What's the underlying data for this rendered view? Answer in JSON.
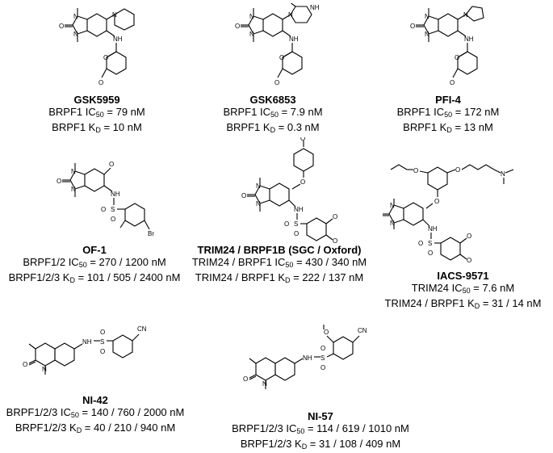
{
  "compounds": [
    {
      "name": "GSK5959",
      "lines": [
        {
          "pre": "BRPF1 IC",
          "sub": "50",
          "post": " = 79 nM"
        },
        {
          "pre": "BRPF1 K",
          "sub": "D",
          "post": " = 10 nM"
        }
      ]
    },
    {
      "name": "GSK6853",
      "lines": [
        {
          "pre": "BRPF1 IC",
          "sub": "50",
          "post": " = 7.9 nM"
        },
        {
          "pre": "BRPF1 K",
          "sub": "D",
          "post": " = 0.3 nM"
        }
      ]
    },
    {
      "name": "PFI-4",
      "lines": [
        {
          "pre": "BRPF1 IC",
          "sub": "50",
          "post": " = 172 nM"
        },
        {
          "pre": "BRPF1 K",
          "sub": "D",
          "post": " = 13 nM"
        }
      ]
    },
    {
      "name": "OF-1",
      "lines": [
        {
          "pre": "BRPF1/2 IC",
          "sub": "50",
          "post": " = 270 / 1200 nM"
        },
        {
          "pre": "BRPF1/2/3 K",
          "sub": "D",
          "post": " = 101 / 505 / 2400 nM"
        }
      ]
    },
    {
      "name": "TRIM24 / BRPF1B (SGC / Oxford)",
      "lines": [
        {
          "pre": "TRIM24 / BRPF1 IC",
          "sub": "50",
          "post": " = 430 / 340 nM"
        },
        {
          "pre": "TRIM24 / BRPF1 K",
          "sub": "D",
          "post": " = 222 / 137 nM"
        }
      ]
    },
    {
      "name": "IACS-9571",
      "lines": [
        {
          "pre": "TRIM24 IC",
          "sub": "50",
          "post": " = 7.6 nM"
        },
        {
          "pre": "TRIM24 / BRPF1 K",
          "sub": "D",
          "post": " = 31 / 14 nM"
        }
      ]
    },
    {
      "name": "NI-42",
      "lines": [
        {
          "pre": "BRPF1/2/3 IC",
          "sub": "50",
          "post": " = 140 / 760 / 2000 nM"
        },
        {
          "pre": "BRPF1/2/3 K",
          "sub": "D",
          "post": " = 40 / 210 / 940 nM"
        }
      ]
    },
    {
      "name": "NI-57",
      "lines": [
        {
          "pre": "BRPF1/2/3 IC",
          "sub": "50",
          "post": " = 114 / 619 / 1010 nM"
        },
        {
          "pre": "BRPF1/2/3 K",
          "sub": "D",
          "post": " = 31 / 108 / 409 nM"
        }
      ]
    }
  ],
  "atom_labels": {
    "N": "N",
    "O": "O",
    "NH": "NH",
    "S": "S",
    "Br": "Br",
    "CN": "CN"
  }
}
